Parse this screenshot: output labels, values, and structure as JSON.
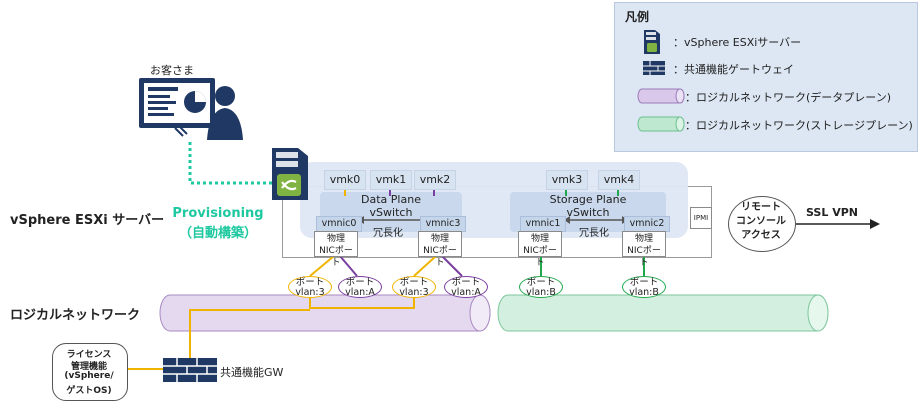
{
  "labels": {
    "customer": "お客さま",
    "esxi_server": "vSphere ESXi サーバー",
    "logical_network": "ロジカルネットワーク",
    "provisioning": "Provisioning",
    "provisioning_sub": "（自動構築）",
    "shared_gw": "共通機能GW",
    "license_lines": [
      "ライセンス",
      "管理機能",
      "(vSphere/",
      "ゲストOS)"
    ],
    "ipmi": "IPMI",
    "remote_console_lines": [
      "リモート",
      "コンソール",
      "アクセス"
    ],
    "ssl_vpn": "SSL VPN",
    "redundancy": "冗長化"
  },
  "data_plane": {
    "title": "Data Plane",
    "subtitle": "vSwitch",
    "vmks": [
      "vmk0",
      "vmk1",
      "vmk2"
    ],
    "vmnics": [
      "vmnic0",
      "vmnic3"
    ],
    "nics": [
      [
        "物理",
        "NICポート"
      ],
      [
        "物理",
        "NICポート"
      ]
    ],
    "ports": [
      [
        "ポート",
        "vlan:3"
      ],
      [
        "ポート",
        "vlan:A"
      ],
      [
        "ポート",
        "vlan:3"
      ],
      [
        "ポート",
        "vlan:A"
      ]
    ]
  },
  "storage_plane": {
    "title": "Storage Plane",
    "subtitle": "vSwitch",
    "vmks": [
      "vmk3",
      "vmk4"
    ],
    "vmnics": [
      "vmnic1",
      "vmnic2"
    ],
    "nics": [
      [
        "物理",
        "NICポート"
      ],
      [
        "物理",
        "NICポート"
      ]
    ],
    "ports": [
      [
        "ポート",
        "vlan:B"
      ],
      [
        "ポート",
        "vlan:B"
      ]
    ]
  },
  "legend": {
    "title": "凡例",
    "items": [
      {
        "icon": "server-icon",
        "label": "：vSphere ESXiサーバー"
      },
      {
        "icon": "gateway-icon",
        "label": "：共通機能ゲートウェイ"
      },
      {
        "icon": "data-plane-pipe-icon",
        "label": "：ロジカルネットワーク(データプレーン)"
      },
      {
        "icon": "storage-plane-pipe-icon",
        "label": "：ロジカルネットワーク(ストレージプレーン)"
      }
    ]
  },
  "colors": {
    "provisioning": "#1ec8a0",
    "data_pipe": "#e4d9ef",
    "storage_pipe": "#d2efdf",
    "vlan3": "#f0b400",
    "vlanA": "#7a3fa0",
    "vlanB": "#1fa84c",
    "legend_bg": "#dde7f3"
  }
}
